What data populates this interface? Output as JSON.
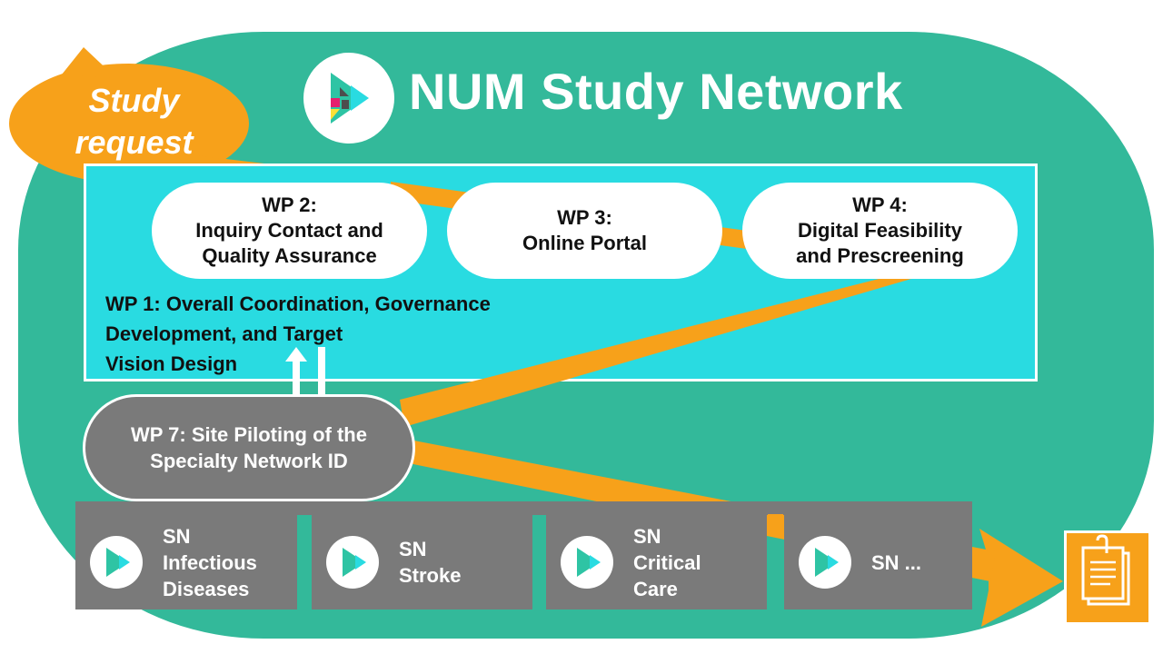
{
  "title": "NUM Study Network",
  "study_request": {
    "line1": "Study",
    "line2": "request"
  },
  "work_packages": {
    "wp2": {
      "line1": "WP 2:",
      "line2": "Inquiry Contact and",
      "line3": "Quality Assurance"
    },
    "wp3": {
      "line1": "WP 3:",
      "line2": "Online Portal"
    },
    "wp4": {
      "line1": "WP 4:",
      "line2": "Digital Feasibility",
      "line3": "and Prescreening"
    },
    "wp1": {
      "line1": "WP 1:  Overall Coordination, Governance",
      "line2": "Development,  and Target",
      "line3": "Vision Design"
    },
    "wp7": {
      "line1": "WP 7: Site Piloting of the",
      "line2": "Specialty Network ID"
    }
  },
  "specialty_networks": [
    {
      "lines": [
        "SN",
        "Infectious",
        "Diseases"
      ]
    },
    {
      "lines": [
        "SN",
        "Stroke"
      ]
    },
    {
      "lines": [
        "SN",
        "Critical",
        "Care"
      ]
    },
    {
      "lines": [
        "SN ..."
      ]
    }
  ],
  "colors": {
    "network_green": "#33b99a",
    "flow_orange": "#f7a11a",
    "panel_cyan": "#29dbe1",
    "node_gray": "#7a7a7a",
    "logo_teal": "#2ec4a4",
    "logo_cyan": "#29dbe1",
    "logo_pink": "#e6206e",
    "logo_yellow": "#fde036",
    "logo_gray": "#4d4d4d"
  },
  "icons": {
    "logo": "num-logo-icon",
    "document": "document-clipboard-icon"
  }
}
